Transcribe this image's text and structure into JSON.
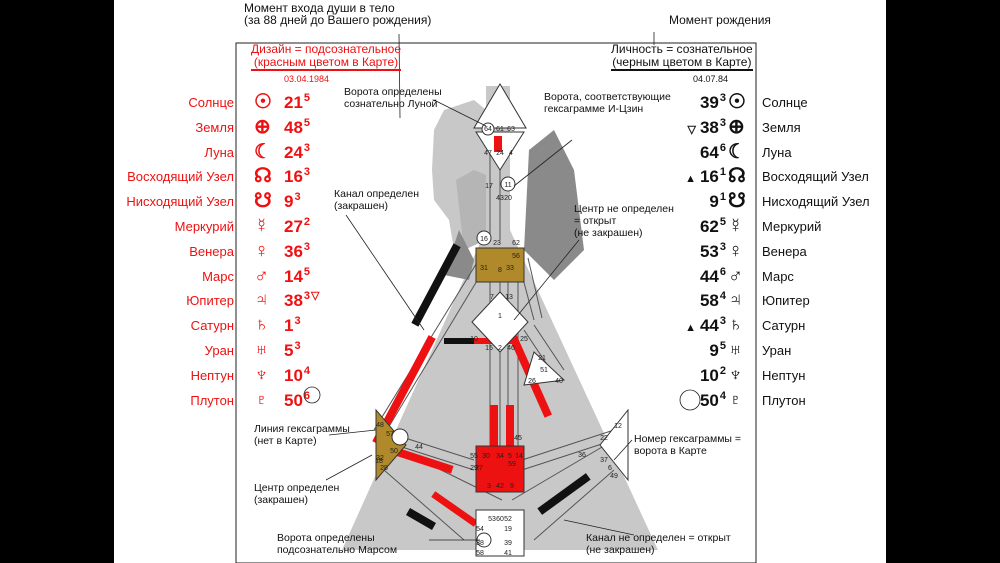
{
  "header": {
    "soul_entry": [
      "Момент входа души в тело",
      "(за 88 дней до Вашего рождения)"
    ],
    "birth_moment": "Момент рождения"
  },
  "design": {
    "title": [
      "Дизайн = подсознательное",
      "(красным цветом в Карте)"
    ],
    "date": "03.04.1984",
    "color": "#e11111"
  },
  "personality": {
    "title": [
      "Личность = сознательное",
      "(черным цветом в Карте)"
    ],
    "date": "04.07.84",
    "color": "#111111"
  },
  "planets": [
    {
      "name": "Солнце",
      "symbol": "☉",
      "icon": "sun-icon",
      "d_gate": "21",
      "d_line": "5",
      "p_gate": "39",
      "p_line": "3"
    },
    {
      "name": "Земля",
      "symbol": "⊕",
      "icon": "earth-icon",
      "d_gate": "48",
      "d_line": "5",
      "p_gate": "38",
      "p_line": "3",
      "p_mark": "▽"
    },
    {
      "name": "Луна",
      "symbol": "☾",
      "icon": "moon-icon",
      "d_gate": "24",
      "d_line": "3",
      "p_gate": "64",
      "p_line": "6"
    },
    {
      "name": "Восходящий Узел",
      "symbol": "☊",
      "icon": "north-node-icon",
      "d_gate": "16",
      "d_line": "3",
      "p_gate": "16",
      "p_line": "1",
      "p_mark": "▲"
    },
    {
      "name": "Нисходящий Узел",
      "symbol": "☋",
      "icon": "south-node-icon",
      "d_gate": "9",
      "d_line": "3",
      "p_gate": "9",
      "p_line": "1"
    },
    {
      "name": "Меркурий",
      "symbol": "☿",
      "icon": "mercury-icon",
      "d_gate": "27",
      "d_line": "2",
      "p_gate": "62",
      "p_line": "5"
    },
    {
      "name": "Венера",
      "symbol": "♀",
      "icon": "venus-icon",
      "d_gate": "36",
      "d_line": "3",
      "p_gate": "53",
      "p_line": "3"
    },
    {
      "name": "Марс",
      "symbol": "♂",
      "icon": "mars-icon",
      "d_gate": "14",
      "d_line": "5",
      "p_gate": "44",
      "p_line": "6"
    },
    {
      "name": "Юпитер",
      "symbol": "♃",
      "icon": "jupiter-icon",
      "d_gate": "38",
      "d_line": "3",
      "d_mark": "▽",
      "p_gate": "58",
      "p_line": "4"
    },
    {
      "name": "Сатурн",
      "symbol": "♄",
      "icon": "saturn-icon",
      "d_gate": "1",
      "d_line": "3",
      "p_gate": "44",
      "p_line": "3",
      "p_mark": "▲"
    },
    {
      "name": "Уран",
      "symbol": "♅",
      "icon": "uranus-icon",
      "d_gate": "5",
      "d_line": "3",
      "p_gate": "9",
      "p_line": "5"
    },
    {
      "name": "Нептун",
      "symbol": "♆",
      "icon": "neptune-icon",
      "d_gate": "10",
      "d_line": "4",
      "p_gate": "10",
      "p_line": "2"
    },
    {
      "name": "Плутон",
      "symbol": "♇",
      "icon": "pluto-icon",
      "d_gate": "50",
      "d_line": "6",
      "p_gate": "50",
      "p_line": "4"
    }
  ],
  "annotations": {
    "moon_gates": [
      "Ворота определены",
      "сознательно Луной"
    ],
    "iching_gates": [
      "Ворота, соответствующие",
      "гексаграмме И-Цзин"
    ],
    "channel_defined": [
      "Канал определен",
      "(закрашен)"
    ],
    "center_undefined": [
      "Центр не определен",
      "= открыт",
      "(не закрашен)"
    ],
    "hexagram_line": [
      "Линия гексаграммы",
      "(нет в Карте)"
    ],
    "center_defined": [
      "Центр определен",
      "(закрашен)"
    ],
    "mars_gates": [
      "Ворота определены",
      "подсознательно Марсом"
    ],
    "channel_undefined": [
      "Канал не определен = открыт",
      "(не закрашен)"
    ],
    "hexagram_number": [
      "Номер гексаграммы =",
      "ворота в Карте"
    ]
  },
  "gate_numbers": [
    "64",
    "61",
    "63",
    "47",
    "24",
    "4",
    "17",
    "11",
    "43",
    "16",
    "23",
    "62",
    "56",
    "31",
    "8",
    "33",
    "7",
    "1",
    "13",
    "10",
    "25",
    "15",
    "2",
    "46",
    "21",
    "51",
    "26",
    "40",
    "48",
    "57",
    "44",
    "50",
    "32",
    "28",
    "18",
    "45",
    "12",
    "22",
    "36",
    "37",
    "6",
    "49",
    "55",
    "30",
    "34",
    "5",
    "14",
    "29",
    "27",
    "59",
    "9",
    "3",
    "42",
    "53",
    "60",
    "52",
    "54",
    "38",
    "58",
    "19",
    "39",
    "41",
    "20"
  ]
}
